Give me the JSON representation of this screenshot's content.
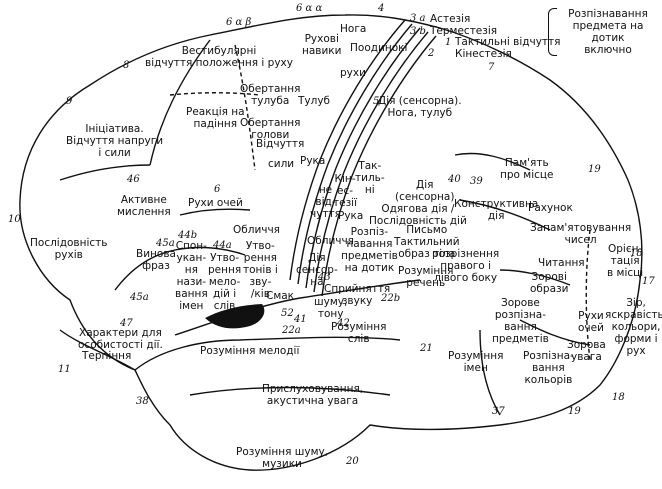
{
  "colors": {
    "ink": "#111111",
    "paper": "#ffffff"
  },
  "side_note": {
    "lines": [
      "Розпізнавання",
      "предмета на дотик",
      "включно"
    ]
  },
  "numbers": [
    "6 α α",
    "4",
    "3 a",
    "3 b",
    "1",
    "2",
    "6 α β",
    "8",
    "7",
    "5",
    "9",
    "40",
    "39",
    "19",
    "10",
    "46",
    "6",
    "45a",
    "44b",
    "44a",
    "43",
    "45a",
    "47",
    "11",
    "52",
    "41",
    "22a",
    "42",
    "22b",
    "21",
    "18",
    "17",
    "38",
    "37",
    "19",
    "18",
    "20"
  ],
  "labels": {
    "astezia": "Астезія",
    "termestezia": "Терместезія",
    "taktylni": "Тактильні відчуття",
    "kinestezia": "Кінестезія",
    "noha_top": "Нога",
    "pooduinoki": "Поодинокі",
    "rukhy_top": "рухи",
    "rukhovi_navyky": [
      "Рухові",
      "навики"
    ],
    "vestybuliarni": [
      "Вестибулярні",
      "відчуття положення і руху"
    ],
    "diya_sensorna_top": [
      "Дія (сенсорна).",
      "Нога, тулуб"
    ],
    "tulub": "Тулуб",
    "obertannia_tuluba": [
      "Обертання",
      "тулуба"
    ],
    "obertannia_holovy": [
      "Обертання",
      "голови"
    ],
    "reaktsia": [
      "Реакція на",
      "падіння"
    ],
    "vidchuttia": "Відчуття",
    "syly": "сили",
    "ruka_mid": "Рука",
    "initsiatyva": [
      "Ініціатива.",
      "Відчуття напруги",
      "і сили"
    ],
    "aktyvne": [
      "Активне",
      "мислення"
    ],
    "rukhy_ochei": "Рухи очей",
    "poslidovnist_rukhiv": [
      "Послідовність",
      "рухів"
    ],
    "taktylni_mid": [
      "Так-",
      "тиль-",
      "ні"
    ],
    "kinestezii": [
      "Кін-",
      "ес-",
      "тезії"
    ],
    "ne_vid_chuttia": [
      "не",
      "від-",
      "чуття"
    ],
    "ruka_low": "Рука",
    "diya_sensorna_mid": [
      "Дія",
      "(сенсорна)"
    ],
    "pamiat": [
      "Пам'ять",
      "про місце"
    ],
    "rakhunok": "Рахунок",
    "odiahova_diya": [
      "Одягова дія /",
      "Послідовність дій"
    ],
    "konstruktyvna": [
      "Конструктивна",
      "дія"
    ],
    "zapamiatovuvannia": [
      "Запам'ятовування",
      "чисел"
    ],
    "oblychchia_1": "Обличчя",
    "oblychchia_2": "Обличчя",
    "vynova_fraz": [
      "Винова",
      "фраз"
    ],
    "sponukannia": [
      "Спон-",
      "укан-",
      "ня",
      "нази-",
      "вання",
      "імен"
    ],
    "utvorennia_melodii": [
      "Утво-",
      "рення",
      "мело-",
      "дій і",
      "слів"
    ],
    "utvorennia_toniv": [
      "Утво-",
      "рення",
      "тонів і",
      "зву-",
      "/ків"
    ],
    "diya_sensorna_low": [
      "Дія",
      "сенсор-",
      "на"
    ],
    "rozpiznavannia_predmetiv": [
      "Розпіз-",
      "навання",
      "предметів",
      "на дотик"
    ],
    "pysmo": [
      "Письмо",
      "Тактильний",
      "образ тіла"
    ],
    "rozriznennia": [
      "розрізнення",
      "правого і",
      "лівого боку"
    ],
    "chytannia": "Читання",
    "orientatsia": [
      "Орієн-",
      "тація",
      "в місці"
    ],
    "zorovi_obrazy": [
      "Зорові",
      "образи"
    ],
    "smak": "Смак",
    "spryiniattia": [
      "Сприйняття",
      "звуку"
    ],
    "shumu_tonu": [
      "шуму,",
      "тону"
    ],
    "rozuminnia_movy": [
      "Розуміння",
      "речень"
    ],
    "zorove_rozpiznavannia": [
      "Зорове",
      "розпізна-",
      "вання",
      "предметів"
    ],
    "zir": [
      "Зір,",
      "яскравість,",
      "кольори,",
      "форми і",
      "рух"
    ],
    "rukhy_ochei_2": [
      "Рухи",
      "очей"
    ],
    "zorova_uvaha": [
      "Зорова",
      "увага"
    ],
    "kharakter": [
      "Характери для",
      "особистості дії."
    ],
    "terpinnia": "Терпіння",
    "rozuminnia_melodii": "Розуміння мелодії",
    "rozuminnia_sliv": [
      "Розуміння",
      "слів"
    ],
    "rozpiznavannia_koloriv": [
      "Розпізна-",
      "вання",
      "кольорів"
    ],
    "rozuminnia_imen": [
      "Розуміння",
      "імен"
    ],
    "prysluhovuvannia": [
      "Прислуховування,",
      "акустична увага"
    ],
    "rozuminnia_shumu": [
      "Розуміння шуму,",
      "музики"
    ]
  }
}
